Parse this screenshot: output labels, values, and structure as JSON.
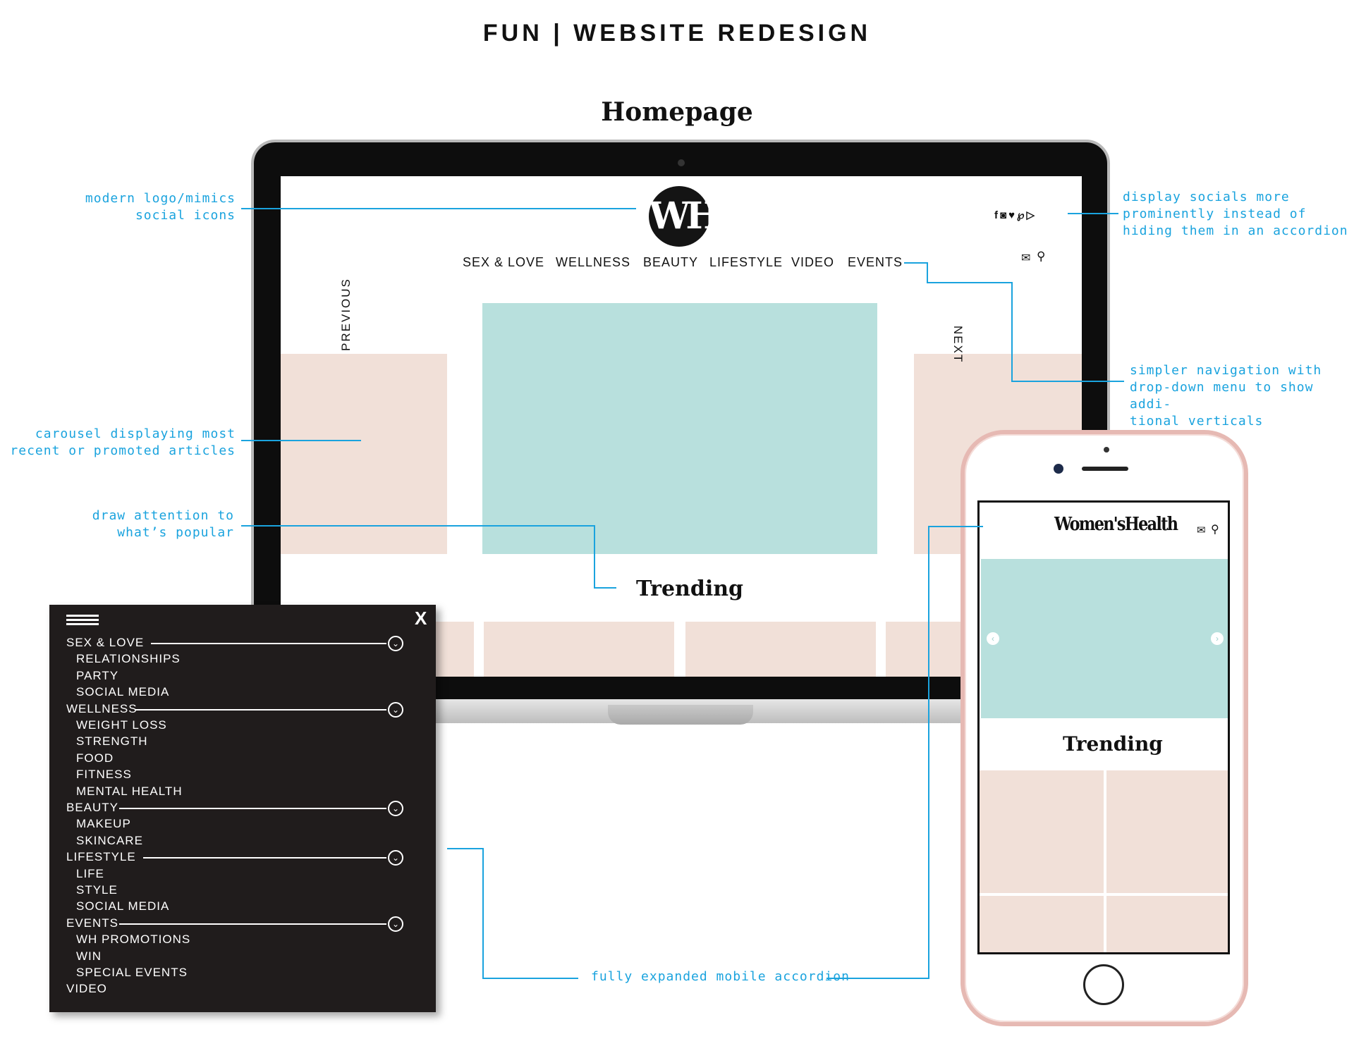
{
  "title": "FUN | WEBSITE REDESIGN",
  "subtitle": "Homepage",
  "annotations": {
    "logo": [
      "modern logo/mimics",
      "social icons"
    ],
    "socials": [
      "display socials more",
      "prominently instead of",
      "hiding them in an accordion"
    ],
    "navigation": [
      "simpler navigation with",
      "drop-down menu to show addi-",
      "tional verticals"
    ],
    "carousel": [
      "carousel displaying most",
      "recent or promoted articles"
    ],
    "trending": [
      "draw attention to",
      "what’s popular"
    ],
    "accordion": "fully expanded mobile accordion"
  },
  "laptop": {
    "logo_text": "WH",
    "nav": [
      "SEX & LOVE",
      "WELLNESS",
      "BEAUTY",
      "LIFESTYLE",
      "VIDEO",
      "EVENTS"
    ],
    "social_icons": [
      "facebook-icon",
      "instagram-icon",
      "twitter-icon",
      "pinterest-icon",
      "play-icon"
    ],
    "previous_label": "PREVIOUS",
    "next_label": "NEXT",
    "trending_label": "Trending"
  },
  "menu": {
    "close_label": "X",
    "sections": [
      {
        "label": "SEX & LOVE",
        "items": [
          "RELATIONSHIPS",
          "PARTY",
          "SOCIAL MEDIA"
        ]
      },
      {
        "label": "WELLNESS",
        "items": [
          "WEIGHT LOSS",
          "STRENGTH",
          "FOOD",
          "FITNESS",
          "MENTAL HEALTH"
        ]
      },
      {
        "label": "BEAUTY",
        "items": [
          "MAKEUP",
          "SKINCARE"
        ]
      },
      {
        "label": "LIFESTYLE",
        "items": [
          "LIFE",
          "STYLE",
          "SOCIAL MEDIA"
        ]
      },
      {
        "label": "EVENTS",
        "items": [
          "WH PROMOTIONS",
          "WIN",
          "SPECIAL EVENTS"
        ]
      }
    ],
    "last_item": "VIDEO"
  },
  "phone": {
    "logo_text": "Women'sHealth",
    "trending_label": "Trending"
  },
  "colors": {
    "annotation": "#1aa3de",
    "teal_placeholder": "#b8e0dd",
    "pink_placeholder": "#f1e0d8",
    "menu_bg": "#201c1c",
    "phone_frame": "#e6b9b3"
  }
}
